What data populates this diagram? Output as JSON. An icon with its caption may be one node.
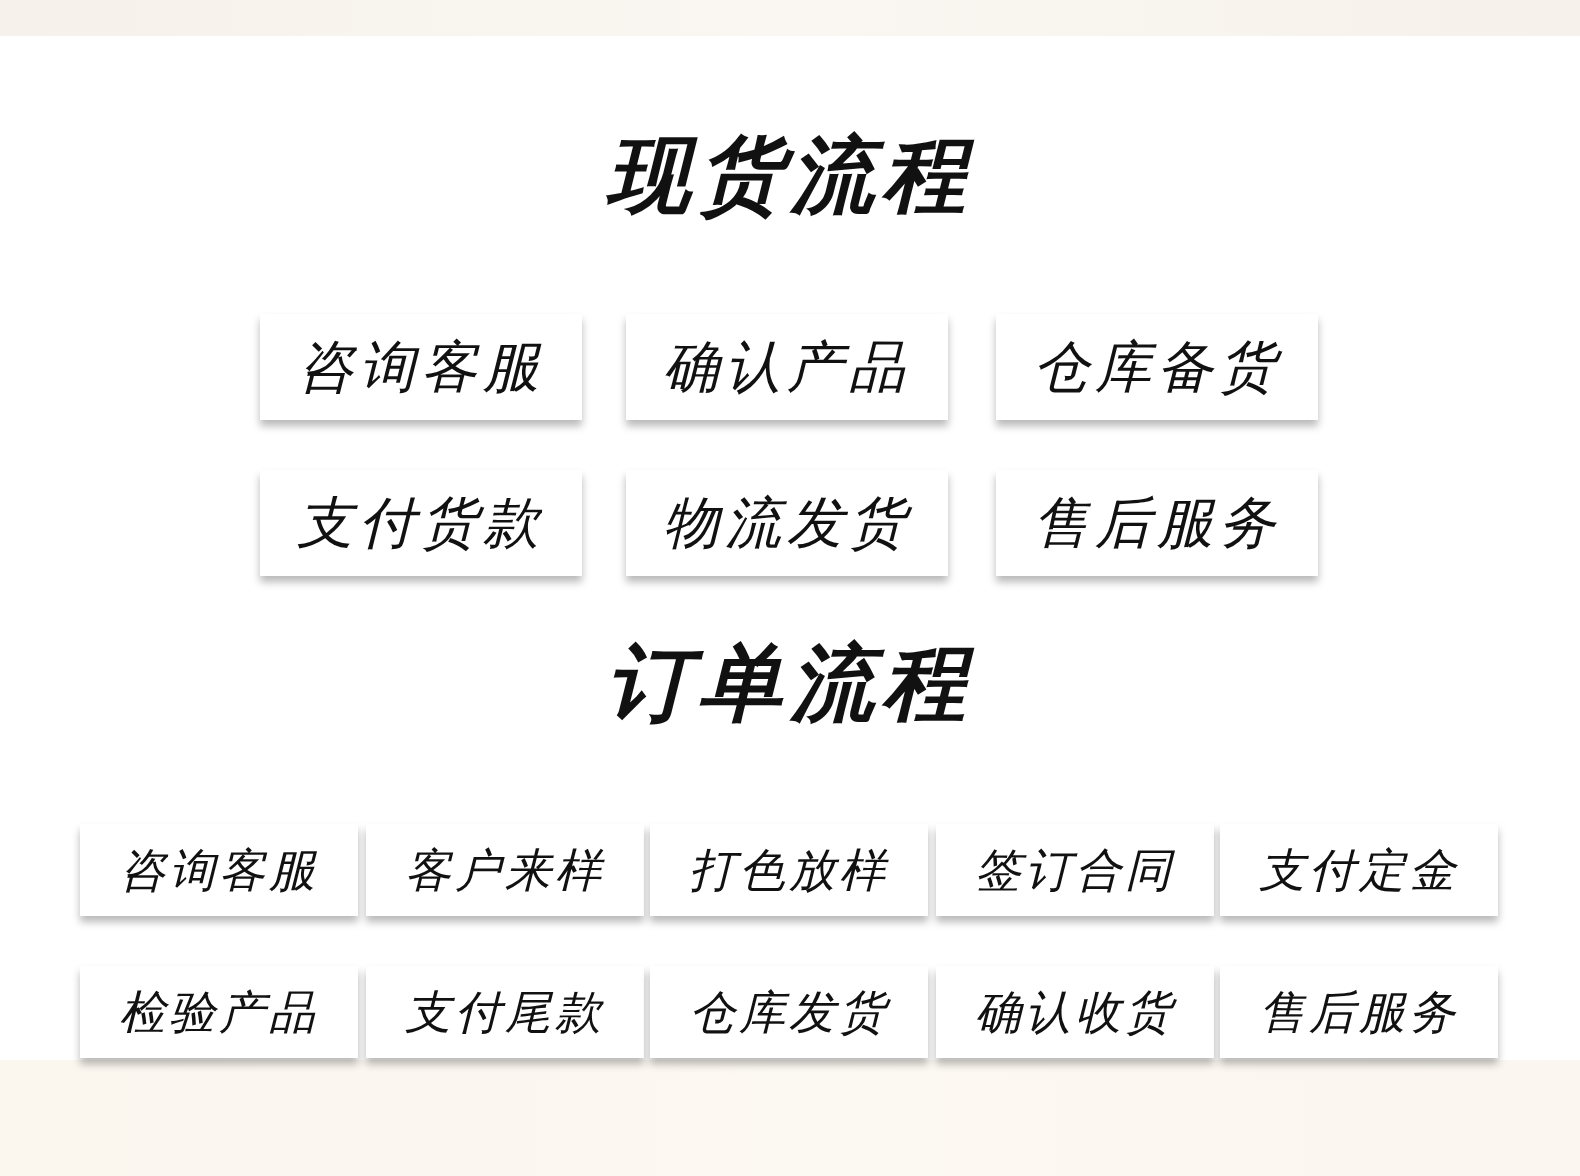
{
  "diagram": {
    "nodes": [
      {
        "text": [
          "咨询客服"
        ]
      },
      {
        "text": [
          "确认产品"
        ]
      },
      {
        "text": [
          "仓库备货"
        ]
      },
      {
        "text": [
          "支付货款"
        ]
      },
      {
        "text": [
          "物流发货"
        ]
      },
      {
        "text": [
          "售后服务"
        ]
      },
      {
        "text": [
          "咨询客服"
        ]
      },
      {
        "text": [
          "客户来样"
        ]
      },
      {
        "text": [
          "打色放样"
        ]
      },
      {
        "text": [
          "签订合同"
        ]
      },
      {
        "text": [
          "支付定金"
        ]
      },
      {
        "text": [
          "检验产品"
        ]
      },
      {
        "text": [
          "支付尾款"
        ]
      },
      {
        "text": [
          "仓库发货"
        ]
      },
      {
        "text": [
          "确认收货"
        ]
      },
      {
        "text": [
          "售后服务"
        ]
      }
    ],
    "labels": [
      "现货流程",
      "订单流程"
    ]
  }
}
